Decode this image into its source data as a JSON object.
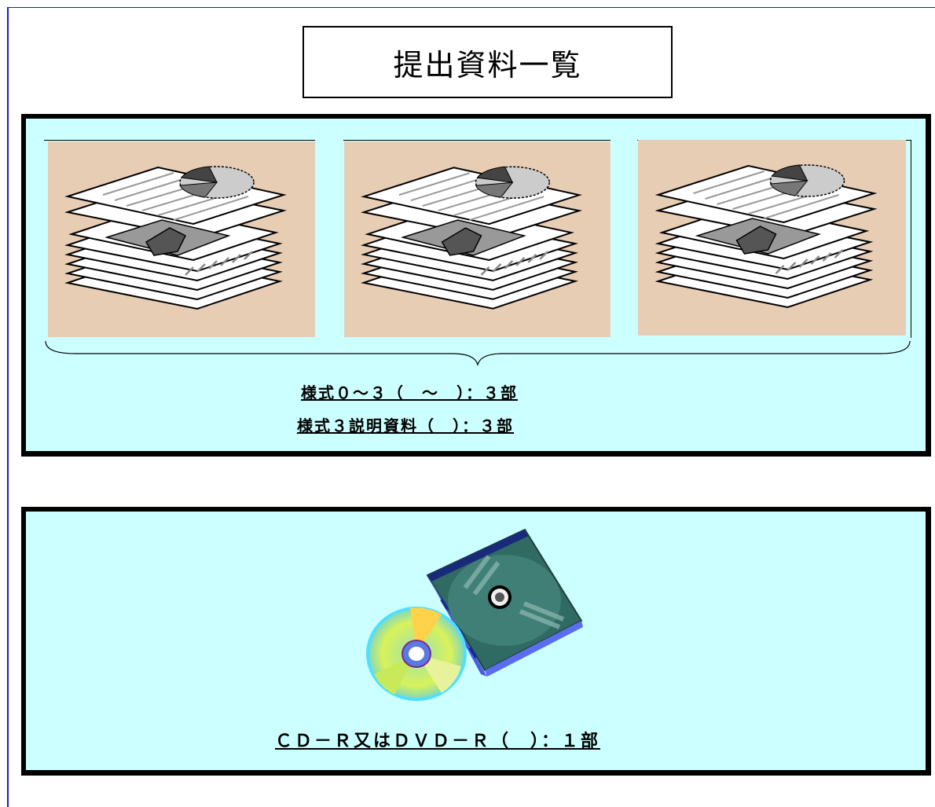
{
  "title": "提出資料一覧",
  "documents_section": {
    "caption_line1": "様式０～３（　～　）：３部",
    "caption_line2": "様式３説明資料（　）：３部",
    "image_count": 3
  },
  "media_section": {
    "caption": "ＣＤ－Ｒ又はＤＶＤ－Ｒ（　）：１部"
  },
  "colors": {
    "panel_background": "#ccffff",
    "doc_image_background": "#e8cdb5",
    "page_frame": "#1a1ad6",
    "border": "#000000"
  },
  "icons": [
    "document-stack-icon",
    "pie-chart-icon",
    "cd-disc-icon",
    "cd-case-icon"
  ]
}
